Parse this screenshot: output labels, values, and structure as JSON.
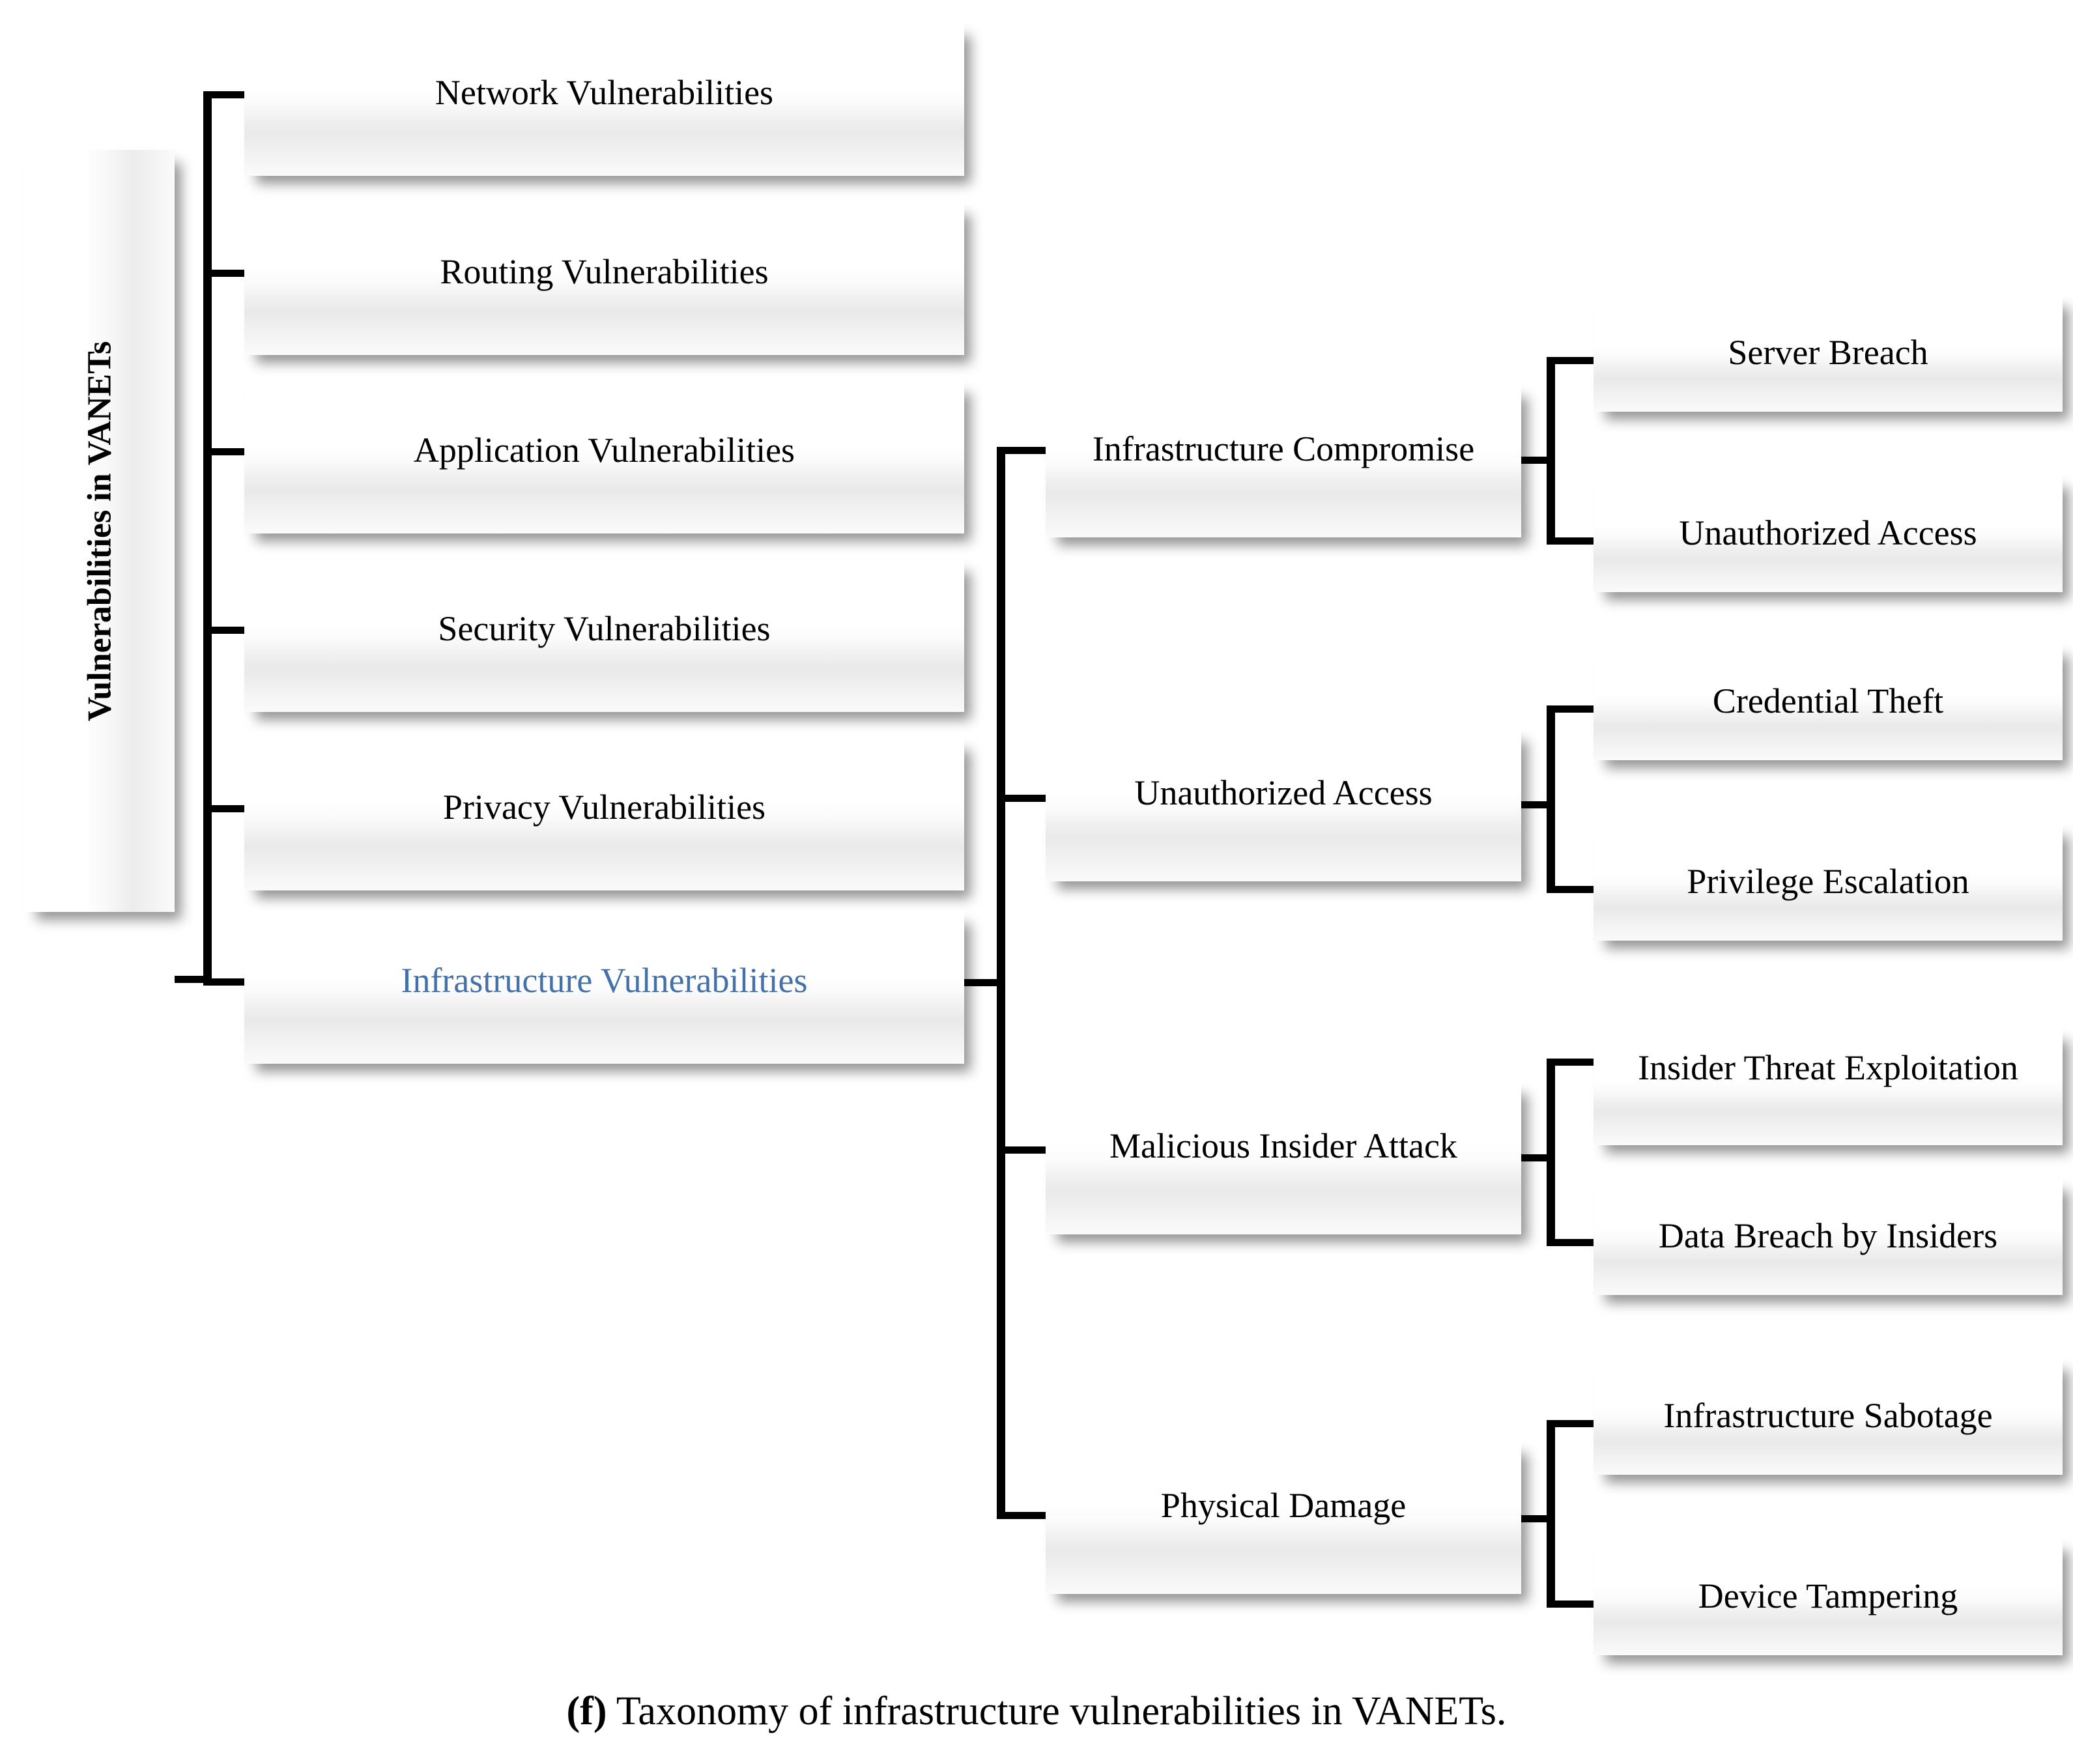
{
  "figure": {
    "caption_prefix": "(f)",
    "caption_text": " Taxonomy of infrastructure vulnerabilities in VANETs.",
    "highlight_color": "#4472A8",
    "text_color": "#000000",
    "connector_color": "#000000",
    "box_fill": "#FFFFFF"
  },
  "root": {
    "label": "Vulnerabilities in VANETs"
  },
  "level1": {
    "items": [
      {
        "label": "Network Vulnerabilities",
        "highlighted": false
      },
      {
        "label": "Routing Vulnerabilities",
        "highlighted": false
      },
      {
        "label": "Application Vulnerabilities",
        "highlighted": false
      },
      {
        "label": "Security Vulnerabilities",
        "highlighted": false
      },
      {
        "label": "Privacy Vulnerabilities",
        "highlighted": false
      },
      {
        "label": "Infrastructure Vulnerabilities",
        "highlighted": true
      }
    ]
  },
  "level2": {
    "items": [
      {
        "label": "Infrastructure Compromise"
      },
      {
        "label": "Unauthorized Access"
      },
      {
        "label": "Malicious Insider Attack"
      },
      {
        "label": "Physical Damage"
      }
    ]
  },
  "level3": {
    "groups": [
      {
        "parent": "Infrastructure Compromise",
        "items": [
          {
            "label": "Server Breach"
          },
          {
            "label": "Unauthorized Access"
          }
        ]
      },
      {
        "parent": "Unauthorized Access",
        "items": [
          {
            "label": "Credential Theft"
          },
          {
            "label": "Privilege Escalation"
          }
        ]
      },
      {
        "parent": "Malicious Insider Attack",
        "items": [
          {
            "label": "Insider Threat Exploitation"
          },
          {
            "label": "Data Breach by Insiders"
          }
        ]
      },
      {
        "parent": "Physical Damage",
        "items": [
          {
            "label": "Infrastructure Sabotage"
          },
          {
            "label": "Device Tampering"
          }
        ]
      }
    ]
  }
}
